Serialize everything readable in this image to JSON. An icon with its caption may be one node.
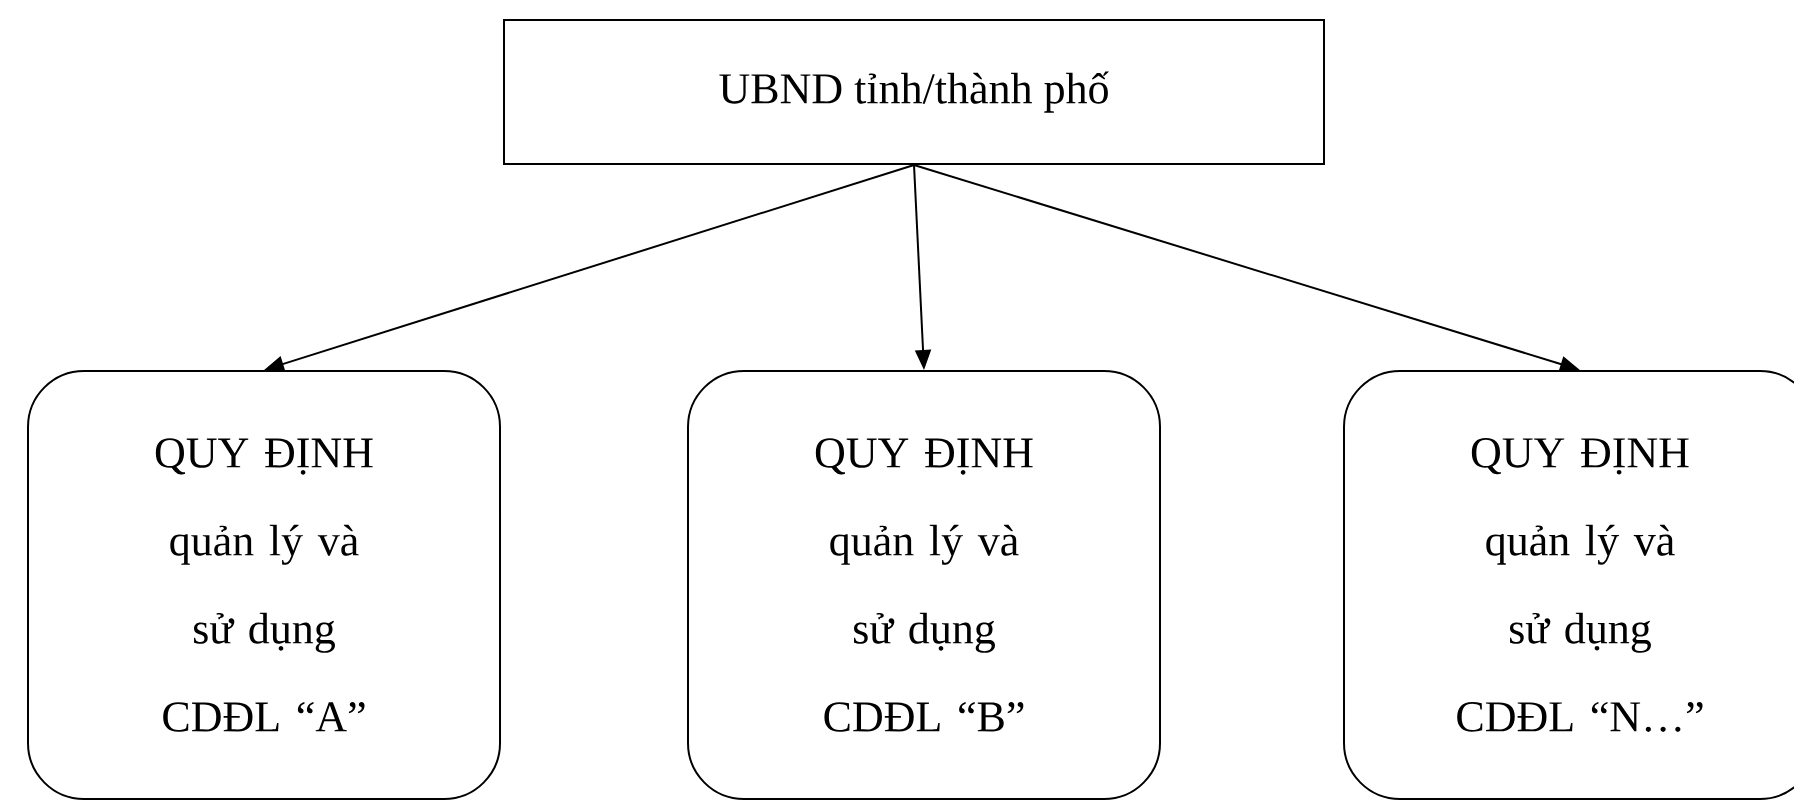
{
  "diagram": {
    "nodes": [
      {
        "text": [
          "UBND tỉnh/thành phố"
        ]
      },
      {
        "text": [
          "QUY ĐỊNH quản lý và sử dụng CDĐL “A”"
        ]
      },
      {
        "text": [
          "QUY ĐỊNH quản lý và sử dụng CDĐL “B”"
        ]
      },
      {
        "text": [
          "QUY ĐỊNH quản lý và sử dụng CDĐL “N…”"
        ]
      }
    ],
    "edges": [
      {
        "from": 0,
        "to": 1,
        "arrow": "to"
      },
      {
        "from": 0,
        "to": 2,
        "arrow": "to"
      },
      {
        "from": 0,
        "to": 3,
        "arrow": "to"
      }
    ]
  }
}
